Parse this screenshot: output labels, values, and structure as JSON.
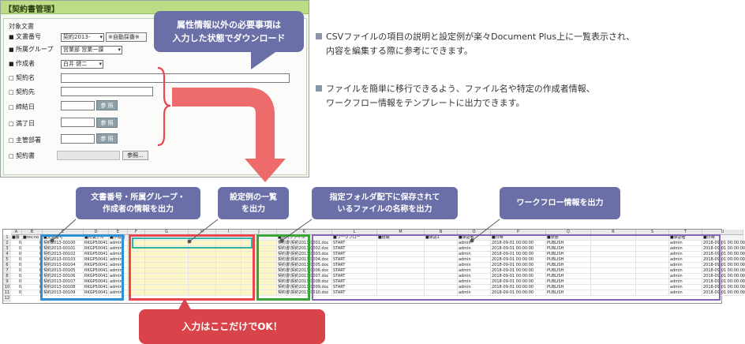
{
  "form": {
    "title": "【契約書管理】",
    "target_label": "対象文書",
    "fields": {
      "doc_number_label": "文書番号",
      "doc_number_value": "契約2013-",
      "doc_number_auto": "※自動採番※",
      "group_label": "所属グループ",
      "group_value": "営業部 営業一課",
      "creator_label": "作成者",
      "creator_value": "白井 健二",
      "contract_name_label": "契約名",
      "contract_party_label": "契約先",
      "sign_date_label": "締結日",
      "expiry_label": "満了日",
      "dept_label": "主管部署",
      "contract_doc_label": "契約書",
      "ref_button": "参 照",
      "browse_button": "参照..."
    }
  },
  "callouts": {
    "top": [
      "属性情報以外の必要事項は",
      "入力した状態でダウンロード"
    ],
    "doc_info": [
      "文書番号・所属グループ・",
      "作成者の情報を出力"
    ],
    "settings": [
      "設定例の一覧",
      "を出力"
    ],
    "files": [
      "指定フォルダ配下に保存されて",
      "いるファイルの名称を出力"
    ],
    "workflow": "ワークフロー情報を出力",
    "input_only": "入力はここだけでOK！"
  },
  "notes": [
    [
      "CSVファイルの項目の説明と設定例が楽々Document Plus上に一覧表示され、",
      "内容を編集する際に参考にできます。"
    ],
    [
      "ファイルを簡単に移行できるよう、ファイル名や特定の作成者情報、",
      "ワークフロー情報をテンプレートに出力できます。"
    ]
  ],
  "sheet": {
    "columns": [
      "A",
      "B",
      "C",
      "D",
      "E",
      "F",
      "G",
      "H",
      "I",
      "J",
      "K",
      "L",
      "M",
      "N",
      "O",
      "P",
      "Q",
      "R",
      "S",
      "T",
      "U"
    ],
    "row_numbers": [
      "1",
      "2",
      "3",
      "4",
      "5",
      "6",
      "7",
      "8",
      "9",
      "10",
      "11",
      "12"
    ],
    "header_row": [
      "■版",
      "■rev.no",
      "■文書番号",
      "■所属グループ",
      "■作成者",
      "",
      "",
      "",
      "",
      "",
      "■添付ファイル",
      "■ワークフロー",
      "■経路",
      "■承認1",
      "■承認者",
      "■日時",
      "■状態",
      "",
      "",
      "■承認者",
      "■日時"
    ],
    "rows": [
      [
        "0",
        "0",
        "契約2013-00100",
        "RKGP50041",
        "admin",
        "",
        "",
        "",
        "",
        "",
        "契約書\\契約2013-0001.doc",
        "START",
        "",
        "",
        "admin",
        "2018-09-01 00:00:00",
        "PUBLISH",
        "",
        "",
        "admin",
        "2018-09-01 00:00:00"
      ],
      [
        "0",
        "0",
        "契約2013-00101",
        "RKGP50041",
        "admin",
        "",
        "",
        "",
        "",
        "",
        "契約書\\契約2013-0002.doc",
        "START",
        "",
        "",
        "admin",
        "2018-09-01 00:00:00",
        "PUBLISH",
        "",
        "",
        "admin",
        "2018-09-01 00:00:00"
      ],
      [
        "0",
        "0",
        "契約2013-00102",
        "RKGP50041",
        "admin",
        "",
        "",
        "",
        "",
        "",
        "契約書\\契約2013-0003.doc",
        "START",
        "",
        "",
        "admin",
        "2018-09-01 00:00:00",
        "PUBLISH",
        "",
        "",
        "admin",
        "2018-09-01 00:00:00"
      ],
      [
        "0",
        "0",
        "契約2013-00103",
        "RKGP50041",
        "admin",
        "",
        "",
        "",
        "",
        "",
        "契約書\\契約2013-0004.doc",
        "START",
        "",
        "",
        "admin",
        "2018-09-01 00:00:00",
        "PUBLISH",
        "",
        "",
        "admin",
        "2018-09-01 00:00:00"
      ],
      [
        "0",
        "0",
        "契約2013-00104",
        "RKGP50041",
        "admin",
        "",
        "",
        "",
        "",
        "",
        "契約書\\契約2013-0005.doc",
        "START",
        "",
        "",
        "admin",
        "2018-09-01 00:00:00",
        "PUBLISH",
        "",
        "",
        "admin",
        "2018-09-01 00:00:00"
      ],
      [
        "0",
        "0",
        "契約2013-00105",
        "RKGP50041",
        "admin",
        "",
        "",
        "",
        "",
        "",
        "契約書\\契約2013-0006.doc",
        "START",
        "",
        "",
        "admin",
        "2018-09-01 00:00:00",
        "PUBLISH",
        "",
        "",
        "admin",
        "2018-09-01 00:00:00"
      ],
      [
        "0",
        "0",
        "契約2013-00106",
        "RKGP50041",
        "admin",
        "",
        "",
        "",
        "",
        "",
        "契約書\\契約2013-0007.doc",
        "START",
        "",
        "",
        "admin",
        "2018-09-01 00:00:00",
        "PUBLISH",
        "",
        "",
        "admin",
        "2018-09-01 00:00:00"
      ],
      [
        "0",
        "0",
        "契約2013-00107",
        "RKGP50041",
        "admin",
        "",
        "",
        "",
        "",
        "",
        "契約書\\契約2013-0008.doc",
        "START",
        "",
        "",
        "admin",
        "2018-09-01 00:00:00",
        "PUBLISH",
        "",
        "",
        "admin",
        "2018-09-01 00:00:00"
      ],
      [
        "0",
        "0",
        "契約2013-00108",
        "RKGP50041",
        "admin",
        "",
        "",
        "",
        "",
        "",
        "契約書\\契約2013-0009.doc",
        "START",
        "",
        "",
        "admin",
        "2018-09-01 00:00:00",
        "PUBLISH",
        "",
        "",
        "admin",
        "2018-09-01 00:00:00"
      ],
      [
        "0",
        "0",
        "契約2013-00109",
        "RKGP50041",
        "admin",
        "",
        "",
        "",
        "",
        "",
        "契約書\\契約2013-0010.doc",
        "START",
        "",
        "",
        "admin",
        "2018-09-01 00:00:00",
        "PUBLISH",
        "",
        "",
        "admin",
        "2018-09-01 00:00:00"
      ]
    ]
  },
  "colors": {
    "callout": "#6a6fa7",
    "highlight_red": "#e8474f",
    "highlight_blue": "#2e8fd6",
    "highlight_green": "#3aa63a",
    "highlight_purple": "#8666b4",
    "highlight_teal": "#2fb3a8",
    "arrow": "#ee6b6b"
  }
}
